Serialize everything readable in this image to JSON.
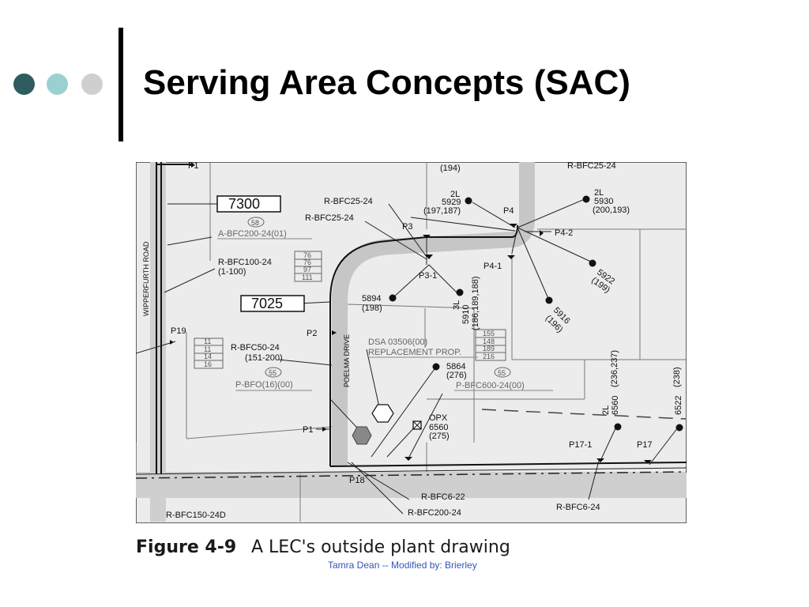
{
  "slide": {
    "title": "Serving Area Concepts (SAC)",
    "footer": "Tamra Dean -- Modified by: Brierley",
    "bullet_colors": [
      "#2e5c5f",
      "#9ccfd0",
      "#cfcfcf"
    ]
  },
  "figure": {
    "caption_label": "Figure 4-9",
    "caption_text": "A LEC's outside plant drawing",
    "labels": {
      "p1_top": "P1",
      "lot_194": "(194)",
      "rbfc25_24_topright": "R-BFC25-24",
      "box_7300": "7300",
      "rbfc25_24_a": "R-BFC25-24",
      "two_l_a": "2L",
      "lot_5929": "5929",
      "lot_197_187": "(197,187)",
      "two_l_b": "2L",
      "lot_5930": "5930",
      "lot_200_193": "(200,193)",
      "p4": "P4",
      "p4_2": "P4-2",
      "circle_58": "58",
      "rbfc25_24_b": "R-BFC25-24",
      "p3": "P3",
      "abfc200": "A-BFC200-24(01)",
      "rbfc100": "R-BFC100-24",
      "range_1_100": "(1-100)",
      "n76a": "76",
      "n76b": "76",
      "n97": "97",
      "n111": "111",
      "p3_1": "P3-1",
      "p4_1": "P4-1",
      "lot_5922": "5922",
      "lot_199": "(199)",
      "box_7025": "7025",
      "lot_5894": "5894",
      "lot_198": "(198)",
      "lot_3l": "3L",
      "lot_5910": "5910",
      "lot_186_189_188": "(186,189,188)",
      "lot_5916": "5916",
      "lot_196": "(196)",
      "road_wipperfurth": "WIPPERFURTH ROAD",
      "p19": "P19",
      "p2": "P2",
      "poelma_drive": "POELMA DRIVE",
      "dsa": "DSA 03506(00)",
      "replacement": "REPLACEMENT PROP.",
      "n155": "155",
      "n148": "148",
      "n189": "189",
      "n216": "216",
      "n11a": "11",
      "n11b": "11",
      "n14": "14",
      "n16": "16",
      "rbfc50": "R-BFC50-24",
      "range_151_200": "(151-200)",
      "circle_55a": "55",
      "pbfo16": "P-BFO(16)(00)",
      "lot_5864": "5864",
      "lot_276": "(276)",
      "circle_55b": "55",
      "pbfc600": "P-BFC600-24(00)",
      "lot_236_237": "(236,237)",
      "lot_238": "(238)",
      "two_l_c": "2L",
      "lot_6560v": "6560",
      "lot_6522": "6522",
      "opx": "OPX",
      "opx_6560": "6560",
      "opx_275": "(275)",
      "p1": "P1",
      "p17_1": "P17-1",
      "p17": "P17",
      "p18": "P18",
      "rbfc6_22": "R-BFC6-22",
      "rbfc6_24": "R-BFC6-24",
      "rbfc150": "R-BFC150-24D",
      "rbfc200_24": "R-BFC200-24"
    }
  }
}
